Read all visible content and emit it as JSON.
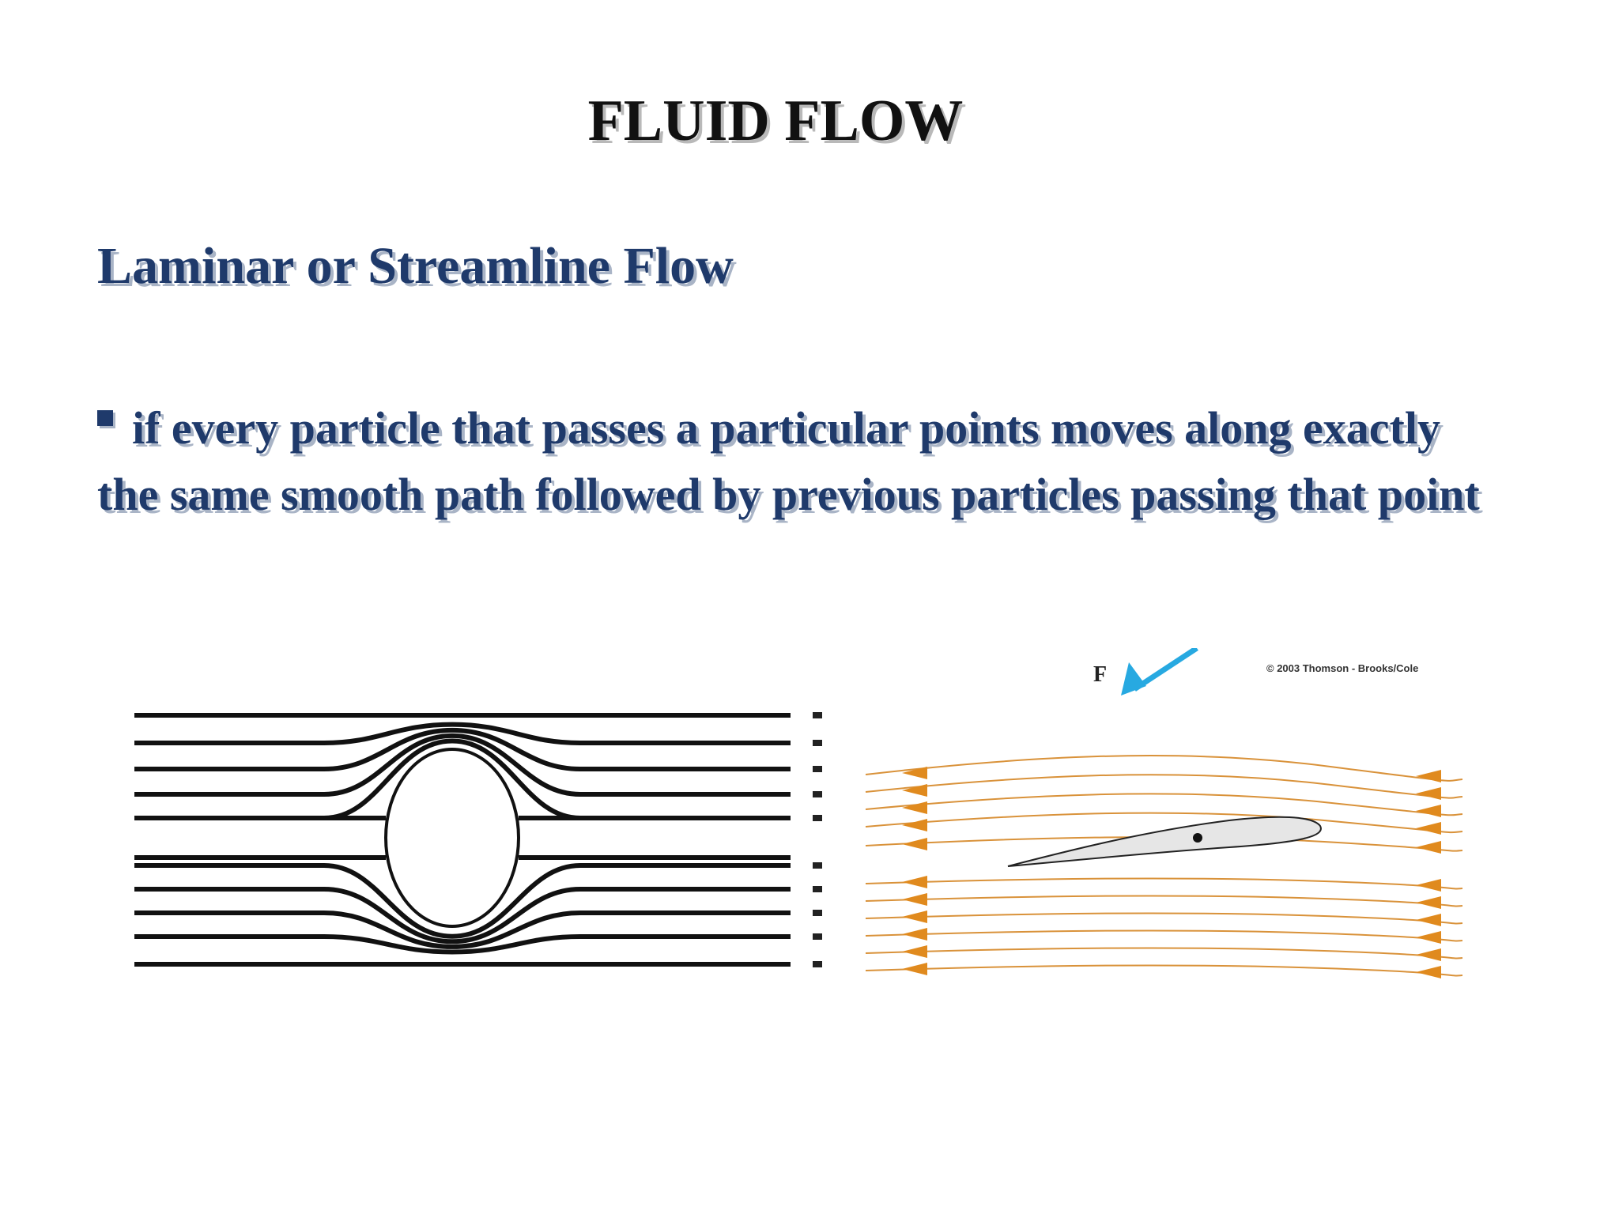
{
  "slide": {
    "title": "FLUID FLOW",
    "subtitle": "Laminar or Streamline Flow",
    "bullet": "if every particle that passes a particular points moves along exactly the same smooth path followed by previous particles passing that point"
  },
  "airfoil_figure": {
    "force_label": "F",
    "copyright": "© 2003 Thomson - Brooks/Cole",
    "colors": {
      "streamline": "#d9923a",
      "arrow": "#e08a1e",
      "force_vector": "#27a9e1",
      "airfoil_fill": "#e8e8e8"
    }
  },
  "cylinder_figure": {
    "colors": {
      "streamline": "#111111"
    }
  }
}
